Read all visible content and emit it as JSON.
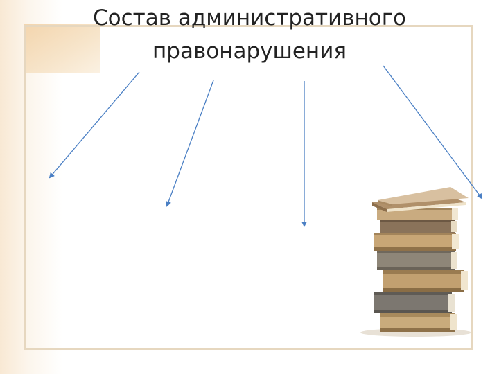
{
  "title": "Состав административного\nправонарушения",
  "colors": {
    "arrow": "#4a7fc4",
    "frame": "#e6d7bf",
    "corner_fill": "#f3d5ad",
    "title_text": "#222222"
  },
  "diagram": {
    "arrows": [
      {
        "name": "arrow-object",
        "label": ""
      },
      {
        "name": "arrow-objective-side",
        "label": ""
      },
      {
        "name": "arrow-subject",
        "label": ""
      },
      {
        "name": "arrow-subjective-side",
        "label": ""
      }
    ]
  },
  "decoration": {
    "image": "stack-of-books-illustration"
  }
}
